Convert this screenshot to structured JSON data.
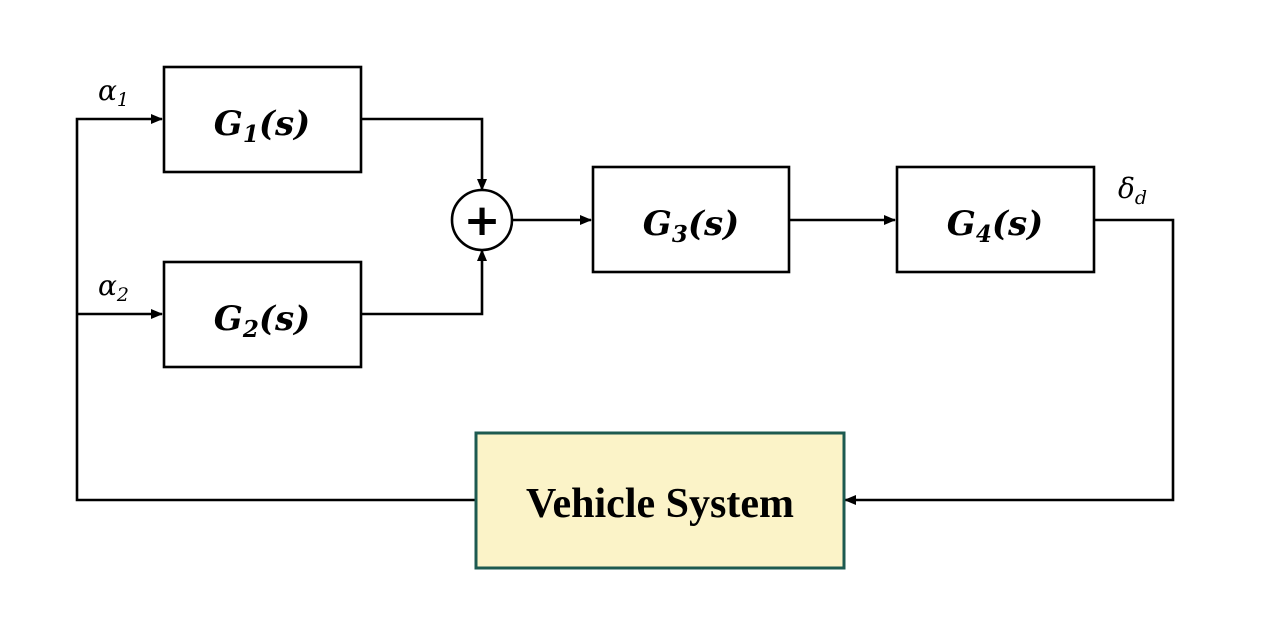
{
  "blocks": {
    "g1": {
      "main": "G",
      "sub": "1",
      "arg": "(s)"
    },
    "g2": {
      "main": "G",
      "sub": "2",
      "arg": "(s)"
    },
    "g3": {
      "main": "G",
      "sub": "3",
      "arg": "(s)"
    },
    "g4": {
      "main": "G",
      "sub": "4",
      "arg": "(s)"
    },
    "vehicle": {
      "label": "Vehicle System"
    }
  },
  "signals": {
    "alpha1": {
      "main": "α",
      "sub": "1"
    },
    "alpha2": {
      "main": "α",
      "sub": "2"
    },
    "delta_d": {
      "main": "δ",
      "sub": "d"
    }
  },
  "summer": {
    "symbol": "+"
  },
  "colors": {
    "line": "#000000",
    "vehicle_fill": "#fbf3c8",
    "vehicle_border": "#1d5a50"
  }
}
